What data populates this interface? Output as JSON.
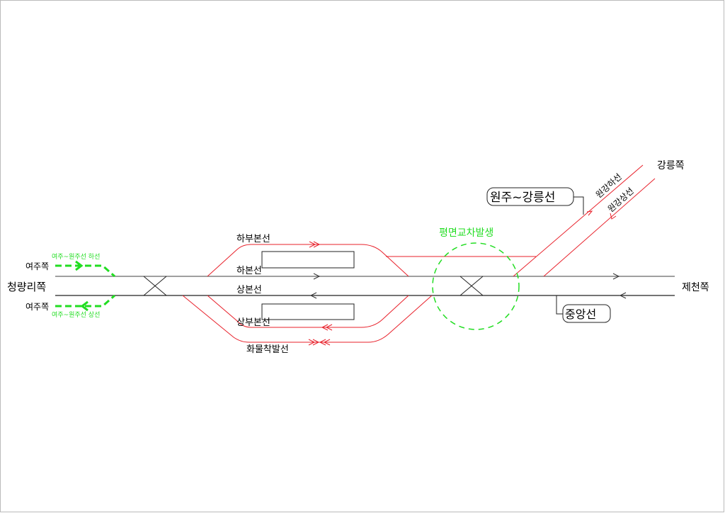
{
  "colors": {
    "track": "#e8202a",
    "green": "#22dd22",
    "main": "#333333"
  },
  "labels": {
    "cheongnyangni": "청량리쪽",
    "yeoju_top": "여주쪽",
    "yeoju_bottom": "여주쪽",
    "yeoju_down_line": "여주~원주선 하선",
    "yeoju_up_line": "여주~원주선 상선",
    "habu_main": "하부본선",
    "ha_main": "하본선",
    "sang_main": "상본선",
    "sangbu_main": "상부본선",
    "freight": "화물착발선",
    "crossing": "평면교차발생",
    "wonju_gangneung": "원주~강릉선",
    "wongang_down": "원강하선",
    "wongang_up": "원강상선",
    "gangneung": "강릉쪽",
    "jecheon": "제천쪽",
    "jungang": "중앙선"
  }
}
